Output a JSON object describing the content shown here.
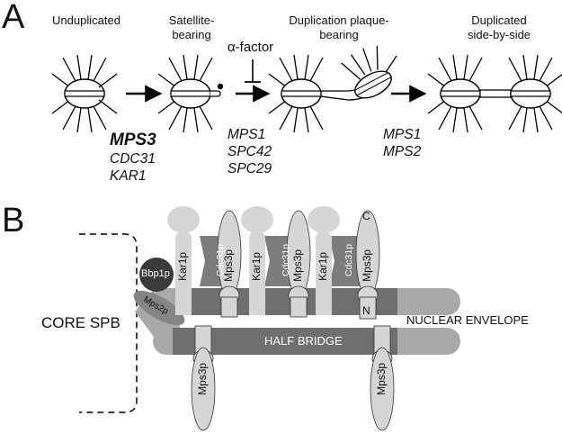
{
  "panel_a": {
    "label": "A",
    "stages": {
      "unduplicated": "Unduplicated",
      "satellite_line1": "Satellite-",
      "satellite_line2": "bearing",
      "plaque_line1": "Duplication plaque-",
      "plaque_line2": "bearing",
      "duplicated_line1": "Duplicated",
      "duplicated_line2": "side-by-side"
    },
    "alpha_factor": "α-factor",
    "gene_groups": {
      "first": [
        "MPS3",
        "CDC31",
        "KAR1"
      ],
      "second": [
        "MPS1",
        "SPC42",
        "SPC29"
      ],
      "third": [
        "MPS1",
        "MPS2"
      ]
    }
  },
  "panel_b": {
    "label": "B",
    "core_spb": "CORE SPB",
    "nuclear_envelope": "NUCLEAR ENVELOPE",
    "half_bridge": "HALF BRIDGE",
    "proteins": {
      "bbp1p": "Bbp1p",
      "mps2p": "Mps2p",
      "kar1p": "Kar1p",
      "cdc31p": "Cdc31p",
      "mps3p": "Mps3p"
    },
    "terminus_c": "C",
    "terminus_n": "N"
  },
  "colors": {
    "membrane": "#a9a9a9",
    "half_bridge": "#6f6f6f",
    "protein_light": "#d6d6d6",
    "cdc31p": "#7d7d7d",
    "bbp1p": "#3a3a3a",
    "mps2p": "#858585"
  }
}
